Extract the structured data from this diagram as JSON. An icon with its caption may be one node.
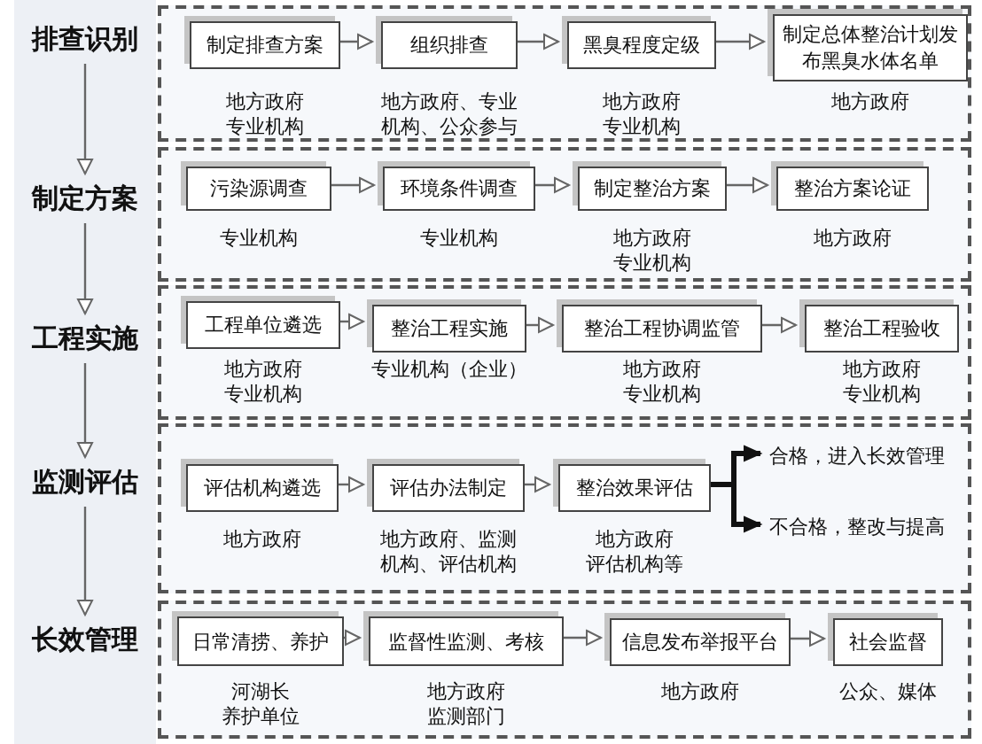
{
  "diagram": {
    "nodes": [
      {
        "text": [
          "排查识别"
        ]
      },
      {
        "text": [],
        "shape": "box"
      },
      {
        "text": [
          "制定排查方案"
        ],
        "in": 1,
        "beside": [
          "地方政府",
          "专业机构"
        ]
      },
      {
        "text": [
          "组织排查"
        ],
        "in": 1,
        "beside": [
          "地方政府、专业机构、公众参与"
        ]
      },
      {
        "text": [
          "黑臭程度定级"
        ],
        "in": 1,
        "beside": [
          "地方政府",
          "专业机构"
        ]
      },
      {
        "text": [
          "制定总体整治计划发布黑臭水体名单"
        ],
        "in": 1,
        "beside": [
          "地方政府"
        ]
      },
      {
        "text": [
          "制定方案"
        ]
      },
      {
        "text": [],
        "shape": "box"
      },
      {
        "text": [
          "污染源调查"
        ],
        "in": 7,
        "beside": [
          "专业机构"
        ]
      },
      {
        "text": [
          "环境条件调查"
        ],
        "in": 7,
        "beside": [
          "专业机构"
        ]
      },
      {
        "text": [
          "制定整治方案"
        ],
        "in": 7,
        "beside": [
          "地方政府",
          "专业机构"
        ]
      },
      {
        "text": [
          "整治方案论证"
        ],
        "in": 7,
        "beside": [
          "地方政府"
        ]
      },
      {
        "text": [
          "工程实施"
        ]
      },
      {
        "text": [],
        "shape": "box"
      },
      {
        "text": [
          "工程单位遴选"
        ],
        "in": 13,
        "beside": [
          "地方政府",
          "专业机构"
        ]
      },
      {
        "text": [
          "整治工程实施"
        ],
        "in": 13,
        "beside": [
          "专业机构（企业）"
        ]
      },
      {
        "text": [
          "整治工程协调监管"
        ],
        "in": 13,
        "beside": [
          "地方政府",
          "专业机构"
        ]
      },
      {
        "text": [
          "整治工程验收"
        ],
        "in": 13,
        "beside": [
          "地方政府",
          "专业机构"
        ]
      },
      {
        "text": [
          "监测评估"
        ]
      },
      {
        "text": [],
        "shape": "box"
      },
      {
        "text": [
          "评估机构遴选"
        ],
        "in": 19,
        "beside": [
          "地方政府"
        ]
      },
      {
        "text": [
          "评估办法制定"
        ],
        "in": 19,
        "beside": [
          "地方政府、监测机构、评估机构"
        ]
      },
      {
        "text": [
          "整治效果评估"
        ],
        "in": 19,
        "beside": [
          "地方政府",
          "评估机构等"
        ]
      },
      {
        "text": [
          "合格，进入长效管理"
        ],
        "in": 19
      },
      {
        "text": [
          "不合格，整改与提高"
        ],
        "in": 19
      },
      {
        "text": [
          "长效管理"
        ]
      },
      {
        "text": [],
        "shape": "box"
      },
      {
        "text": [
          "日常清捞、养护"
        ],
        "in": 26,
        "beside": [
          "河湖长",
          "养护单位"
        ]
      },
      {
        "text": [
          "监督性监测、考核"
        ],
        "in": 26,
        "beside": [
          "地方政府",
          "监测部门"
        ]
      },
      {
        "text": [
          "信息发布举报平台"
        ],
        "in": 26,
        "beside": [
          "地方政府"
        ]
      },
      {
        "text": [
          "社会监督"
        ],
        "in": 26,
        "beside": [
          "公众、媒体"
        ]
      }
    ],
    "edges": [
      {
        "from": 0,
        "to": 6,
        "arrow": "to"
      },
      {
        "from": 6,
        "to": 12,
        "arrow": "to"
      },
      {
        "from": 12,
        "to": 18,
        "arrow": "to"
      },
      {
        "from": 18,
        "to": 25,
        "arrow": "to"
      },
      {
        "from": 2,
        "to": 3,
        "arrow": "to"
      },
      {
        "from": 3,
        "to": 4,
        "arrow": "to"
      },
      {
        "from": 4,
        "to": 5,
        "arrow": "to"
      },
      {
        "from": 8,
        "to": 9,
        "arrow": "to"
      },
      {
        "from": 9,
        "to": 10,
        "arrow": "to"
      },
      {
        "from": 10,
        "to": 11,
        "arrow": "to"
      },
      {
        "from": 14,
        "to": 15,
        "arrow": "to"
      },
      {
        "from": 15,
        "to": 16,
        "arrow": "to"
      },
      {
        "from": 16,
        "to": 17,
        "arrow": "to"
      },
      {
        "from": 20,
        "to": 21,
        "arrow": "to"
      },
      {
        "from": 21,
        "to": 22,
        "arrow": "to"
      },
      {
        "from": 22,
        "to": 23,
        "arrow": "to",
        "style": "thick",
        "color": "#111111"
      },
      {
        "from": 22,
        "to": 24,
        "arrow": "to",
        "style": "thick",
        "color": "#111111"
      },
      {
        "from": 27,
        "to": 28,
        "arrow": "to"
      },
      {
        "from": 28,
        "to": 29,
        "arrow": "to"
      },
      {
        "from": 29,
        "to": 30,
        "arrow": "to"
      }
    ]
  }
}
